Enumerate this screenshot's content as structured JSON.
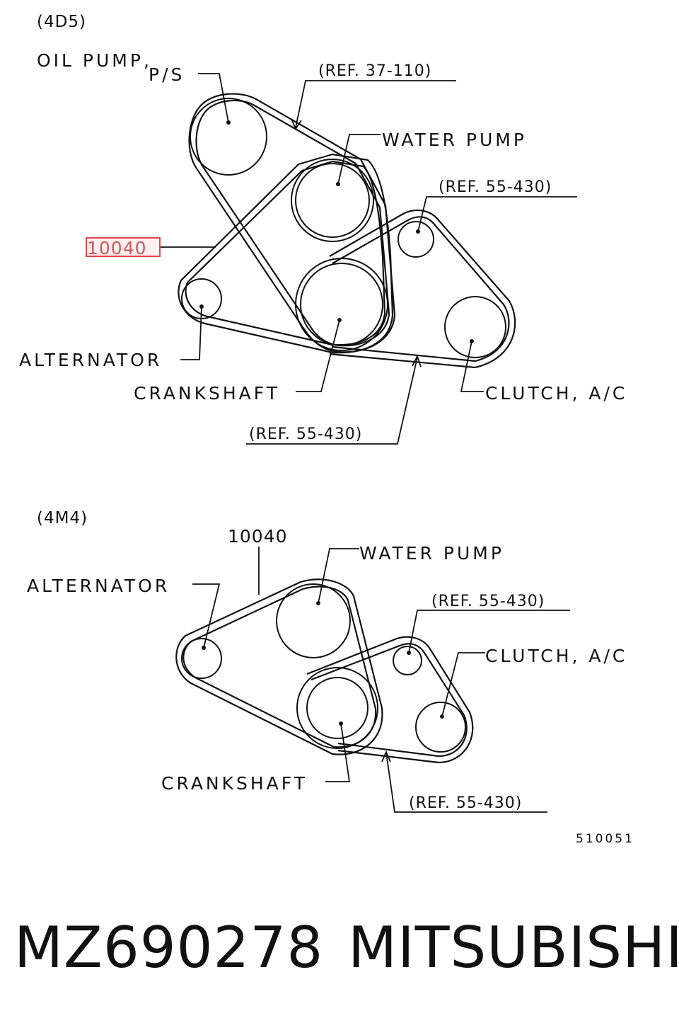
{
  "section_4d5": {
    "title": "(4D5)",
    "labels": {
      "oil_pump": "OIL PUMP,",
      "ps": "P/S",
      "ref_37_110": "(REF. 37-110)",
      "water_pump": "WATER PUMP",
      "ref_55_430_top": "(REF. 55-430)",
      "part_number": "10040",
      "alternator": "ALTERNATOR",
      "crankshaft": "CRANKSHAFT",
      "clutch_ac": "CLUTCH, A/C",
      "ref_55_430_bottom": "(REF. 55-430)"
    }
  },
  "section_4m4": {
    "title": "(4M4)",
    "labels": {
      "part_number": "10040",
      "water_pump": "WATER PUMP",
      "alternator": "ALTERNATOR",
      "ref_55_430_top": "(REF. 55-430)",
      "clutch_ac": "CLUTCH, A/C",
      "crankshaft": "CRANKSHAFT",
      "ref_55_430_bottom": "(REF. 55-430)"
    }
  },
  "drawing_number": "510051",
  "caption": {
    "part_no": "MZ690278",
    "brand": "MITSUBISHI"
  },
  "colors": {
    "ink": "#111111",
    "highlight": "#e04848",
    "background": "#ffffff"
  }
}
